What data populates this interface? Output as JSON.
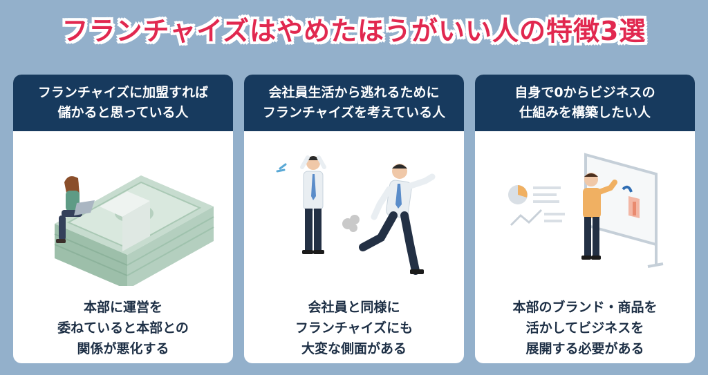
{
  "title": "フランチャイズはやめたほうがいい人の特徴3選",
  "colors": {
    "background": "#93b0cb",
    "title": "#e1284f",
    "card_header": "#173a5e",
    "card_text": "#1d2f45"
  },
  "cards": [
    {
      "header": [
        "フランチャイズに加盟すれば",
        "儲かると思っている人"
      ],
      "illustration": "woman-on-money-stack",
      "body": [
        "本部に運営を",
        "委ねていると本部との",
        "関係が悪化する"
      ]
    },
    {
      "header": [
        "会社員生活から逃れるために",
        "フランチャイズを考えている人"
      ],
      "illustration": "office-workers-running",
      "body": [
        "会社員と同様に",
        "フランチャイズにも",
        "大変な側面がある"
      ]
    },
    {
      "header": [
        "自身で0からビジネスの",
        "仕組みを構築したい人"
      ],
      "illustration": "man-at-whiteboard",
      "body": [
        "本部のブランド・商品を",
        "活かしてビジネスを",
        "展開する必要がある"
      ]
    }
  ]
}
